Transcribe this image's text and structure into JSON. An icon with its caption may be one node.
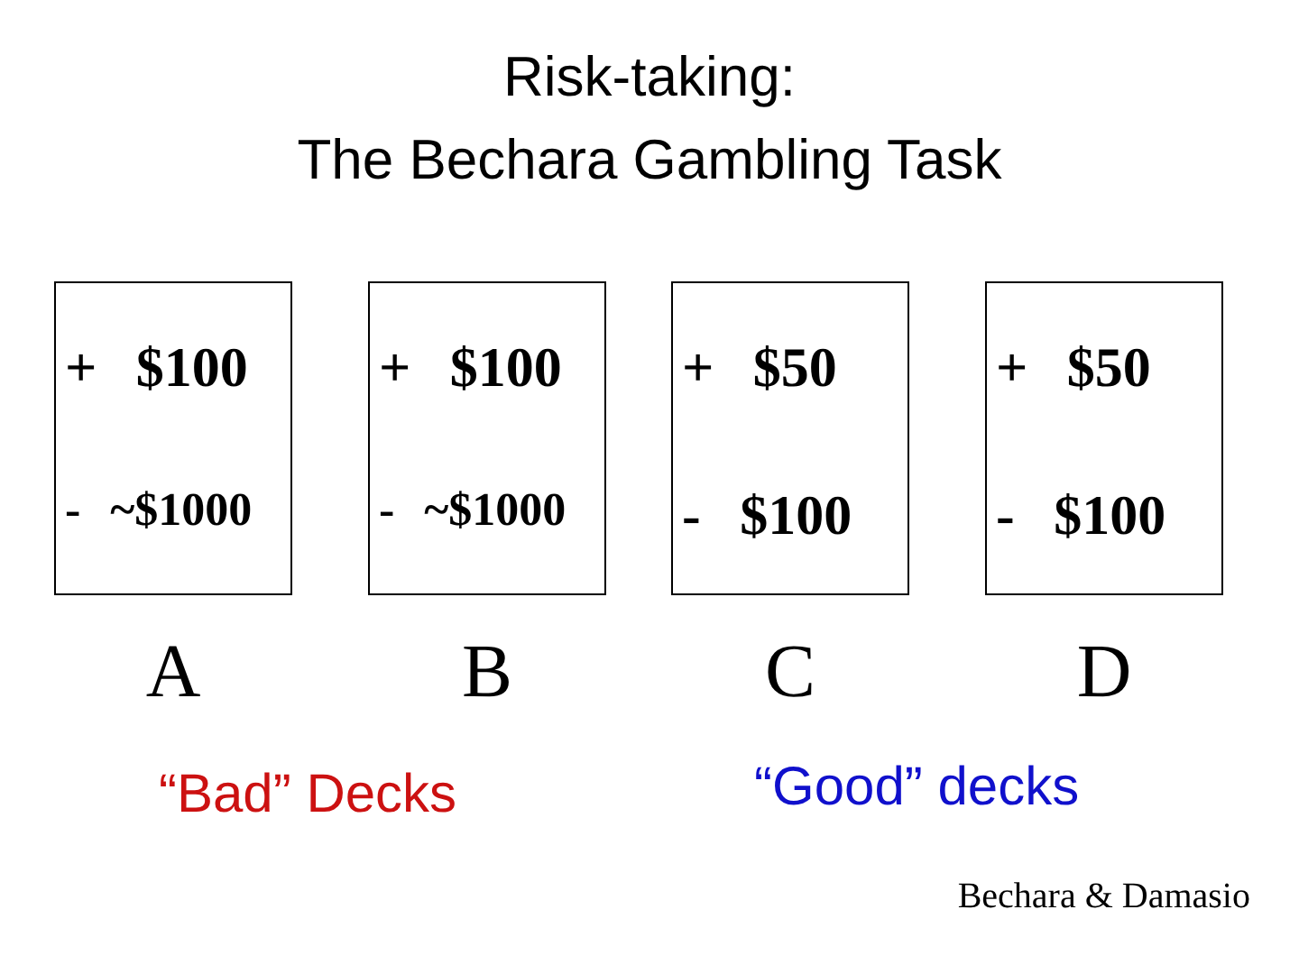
{
  "diagram": {
    "title": "Risk-taking: The Bechara Gambling Task",
    "nodes": [
      {
        "text": [
          "+ $100",
          "- ~$1000"
        ],
        "beside": [
          "A"
        ]
      },
      {
        "text": [
          "+ $100",
          "- ~$1000"
        ],
        "beside": [
          "B"
        ]
      },
      {
        "text": [
          "+ $50",
          "- $100"
        ],
        "beside": [
          "C"
        ]
      },
      {
        "text": [
          "+ $50",
          "- $100"
        ],
        "beside": [
          "D"
        ]
      }
    ],
    "labels": [
      "“Bad” Decks",
      "“Good” decks",
      "Bechara & Damasio"
    ]
  }
}
